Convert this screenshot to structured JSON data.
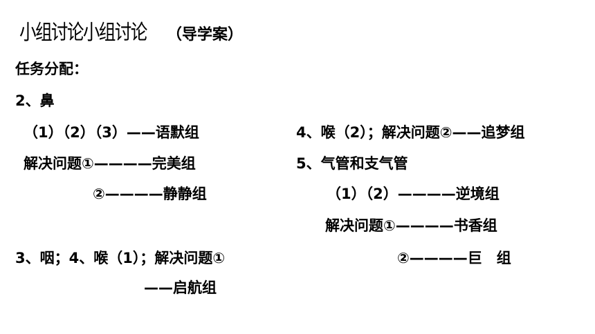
{
  "title": {
    "main": "小组讨论小组讨论",
    "sub": "（导学案）"
  },
  "heading": "任务分配：",
  "section_nose": "2、鼻",
  "left": {
    "line1": "（1）（2）（3）——语默组",
    "line2": "解决问题①————完美组",
    "line3": "②————静静组",
    "line4": "3、咽；4、喉（1）；解决问题①",
    "line5": "——启航组"
  },
  "right": {
    "line1": "4、喉（2）；解决问题②——追梦组",
    "line2": "5、气管和支气管",
    "line3": "（1）（2）————逆境组",
    "line4": "解决问题①————书香组",
    "line5": "②————巨　组"
  }
}
